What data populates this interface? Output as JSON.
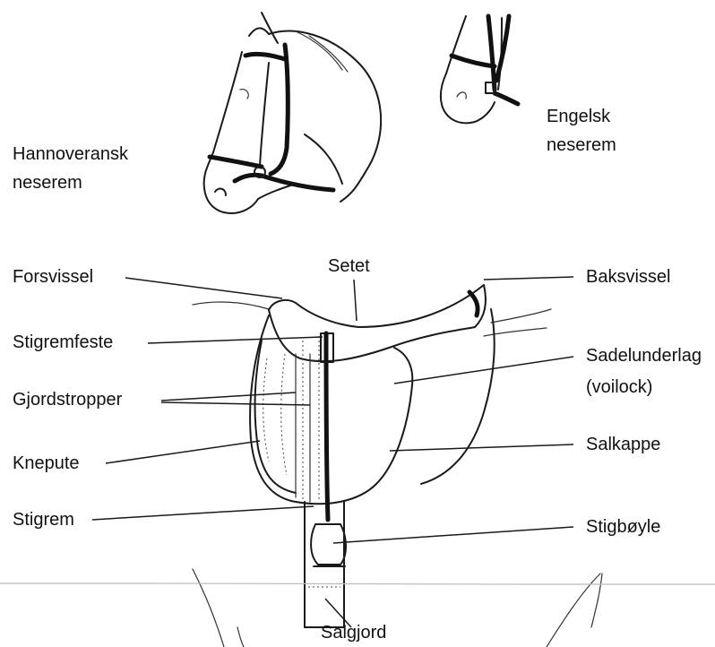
{
  "labels": {
    "hannoveransk_line1": "Hannoveransk",
    "hannoveransk_line2": "neserem",
    "engelsk_line1": "Engelsk",
    "engelsk_line2": "neserem",
    "setet": "Setet",
    "forsvissel": "Forsvissel",
    "baksvissel": "Baksvissel",
    "stigremfeste": "Stigremfeste",
    "sadelunderlag_line1": "Sadelunderlag",
    "sadelunderlag_line2": "(voilock)",
    "gjordstropper": "Gjordstropper",
    "knepute": "Knepute",
    "salkappe": "Salkappe",
    "stigrem": "Stigrem",
    "stigboyle": "Stigbøyle",
    "salgjord": "Salgjord"
  }
}
